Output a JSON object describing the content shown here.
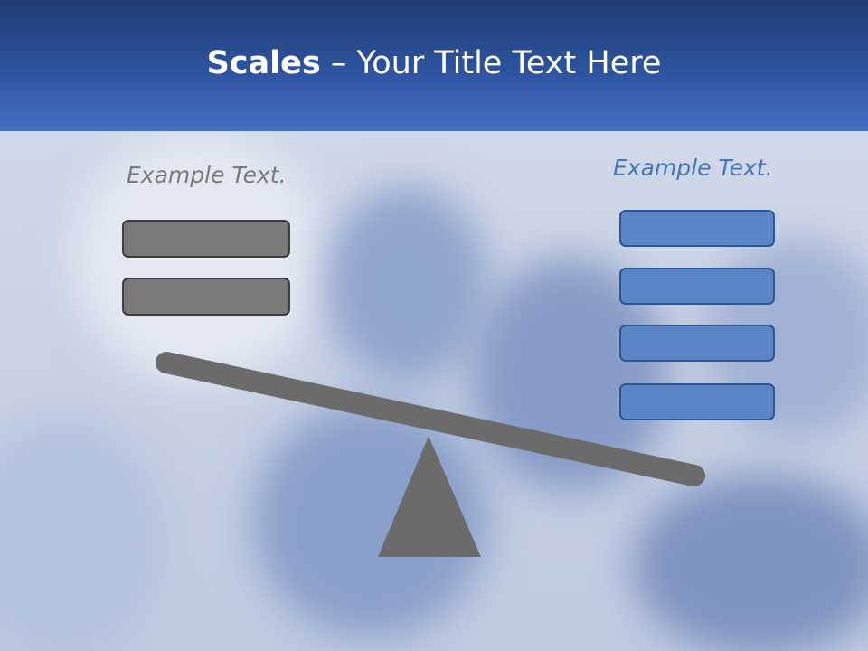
{
  "slide": {
    "title_bold": "Scales",
    "title_rest": " – Your Title Text Here"
  },
  "left_panel": {
    "label": "Example Text.",
    "box_count": 2,
    "box_color": "#7a7a7a"
  },
  "right_panel": {
    "label": "Example Text.",
    "box_count": 4,
    "box_color": "#5b85c9"
  },
  "colors": {
    "header": "#2e54a0",
    "beam": "#6b6b6b",
    "fulcrum": "#6b6b6b"
  }
}
